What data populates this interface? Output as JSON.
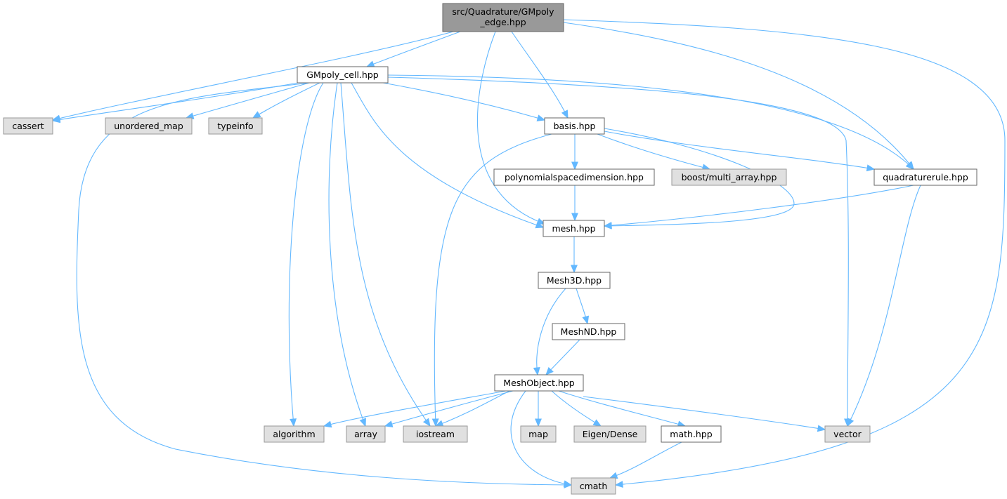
{
  "colors": {
    "edge": "#63b8ff",
    "root_fill": "#999999",
    "local_fill": "#ffffff",
    "external_fill": "#e0e0e0"
  },
  "nodes": {
    "root": {
      "label_line1": "src/Quadrature/GMpoly",
      "label_line2": "_edge.hpp",
      "kind": "root"
    },
    "gmpoly_cell": {
      "label": "GMpoly_cell.hpp",
      "kind": "local"
    },
    "cassert": {
      "label": "cassert",
      "kind": "external"
    },
    "unordered_map": {
      "label": "unordered_map",
      "kind": "external"
    },
    "typeinfo": {
      "label": "typeinfo",
      "kind": "external"
    },
    "basis": {
      "label": "basis.hpp",
      "kind": "local"
    },
    "polynomialspacedimension": {
      "label": "polynomialspacedimension.hpp",
      "kind": "local"
    },
    "boost_multi_array": {
      "label": "boost/multi_array.hpp",
      "kind": "external"
    },
    "quadraturerule": {
      "label": "quadraturerule.hpp",
      "kind": "local"
    },
    "mesh": {
      "label": "mesh.hpp",
      "kind": "local"
    },
    "mesh3d": {
      "label": "Mesh3D.hpp",
      "kind": "local"
    },
    "meshnd": {
      "label": "MeshND.hpp",
      "kind": "local"
    },
    "meshobject": {
      "label": "MeshObject.hpp",
      "kind": "local"
    },
    "algorithm": {
      "label": "algorithm",
      "kind": "external"
    },
    "array": {
      "label": "array",
      "kind": "external"
    },
    "iostream": {
      "label": "iostream",
      "kind": "external"
    },
    "map": {
      "label": "map",
      "kind": "external"
    },
    "eigen_dense": {
      "label": "Eigen/Dense",
      "kind": "external"
    },
    "math": {
      "label": "math.hpp",
      "kind": "local"
    },
    "vector": {
      "label": "vector",
      "kind": "external"
    },
    "cmath": {
      "label": "cmath",
      "kind": "external"
    }
  },
  "edges": [
    [
      "root",
      "gmpoly_cell"
    ],
    [
      "root",
      "cassert"
    ],
    [
      "root",
      "mesh"
    ],
    [
      "root",
      "basis"
    ],
    [
      "root",
      "quadraturerule"
    ],
    [
      "root",
      "cmath"
    ],
    [
      "gmpoly_cell",
      "cassert"
    ],
    [
      "gmpoly_cell",
      "unordered_map"
    ],
    [
      "gmpoly_cell",
      "typeinfo"
    ],
    [
      "gmpoly_cell",
      "basis"
    ],
    [
      "gmpoly_cell",
      "quadraturerule"
    ],
    [
      "gmpoly_cell",
      "mesh"
    ],
    [
      "gmpoly_cell",
      "algorithm"
    ],
    [
      "gmpoly_cell",
      "array"
    ],
    [
      "gmpoly_cell",
      "iostream"
    ],
    [
      "gmpoly_cell",
      "vector"
    ],
    [
      "gmpoly_cell",
      "cmath"
    ],
    [
      "basis",
      "polynomialspacedimension"
    ],
    [
      "basis",
      "boost_multi_array"
    ],
    [
      "basis",
      "quadraturerule"
    ],
    [
      "basis",
      "mesh"
    ],
    [
      "basis",
      "iostream"
    ],
    [
      "polynomialspacedimension",
      "mesh"
    ],
    [
      "quadraturerule",
      "mesh"
    ],
    [
      "quadraturerule",
      "vector"
    ],
    [
      "mesh",
      "mesh3d"
    ],
    [
      "mesh3d",
      "meshnd"
    ],
    [
      "mesh3d",
      "meshobject"
    ],
    [
      "meshnd",
      "meshobject"
    ],
    [
      "meshobject",
      "algorithm"
    ],
    [
      "meshobject",
      "array"
    ],
    [
      "meshobject",
      "iostream"
    ],
    [
      "meshobject",
      "map"
    ],
    [
      "meshobject",
      "eigen_dense"
    ],
    [
      "meshobject",
      "math"
    ],
    [
      "meshobject",
      "vector"
    ],
    [
      "meshobject",
      "cmath"
    ],
    [
      "math",
      "cmath"
    ]
  ]
}
